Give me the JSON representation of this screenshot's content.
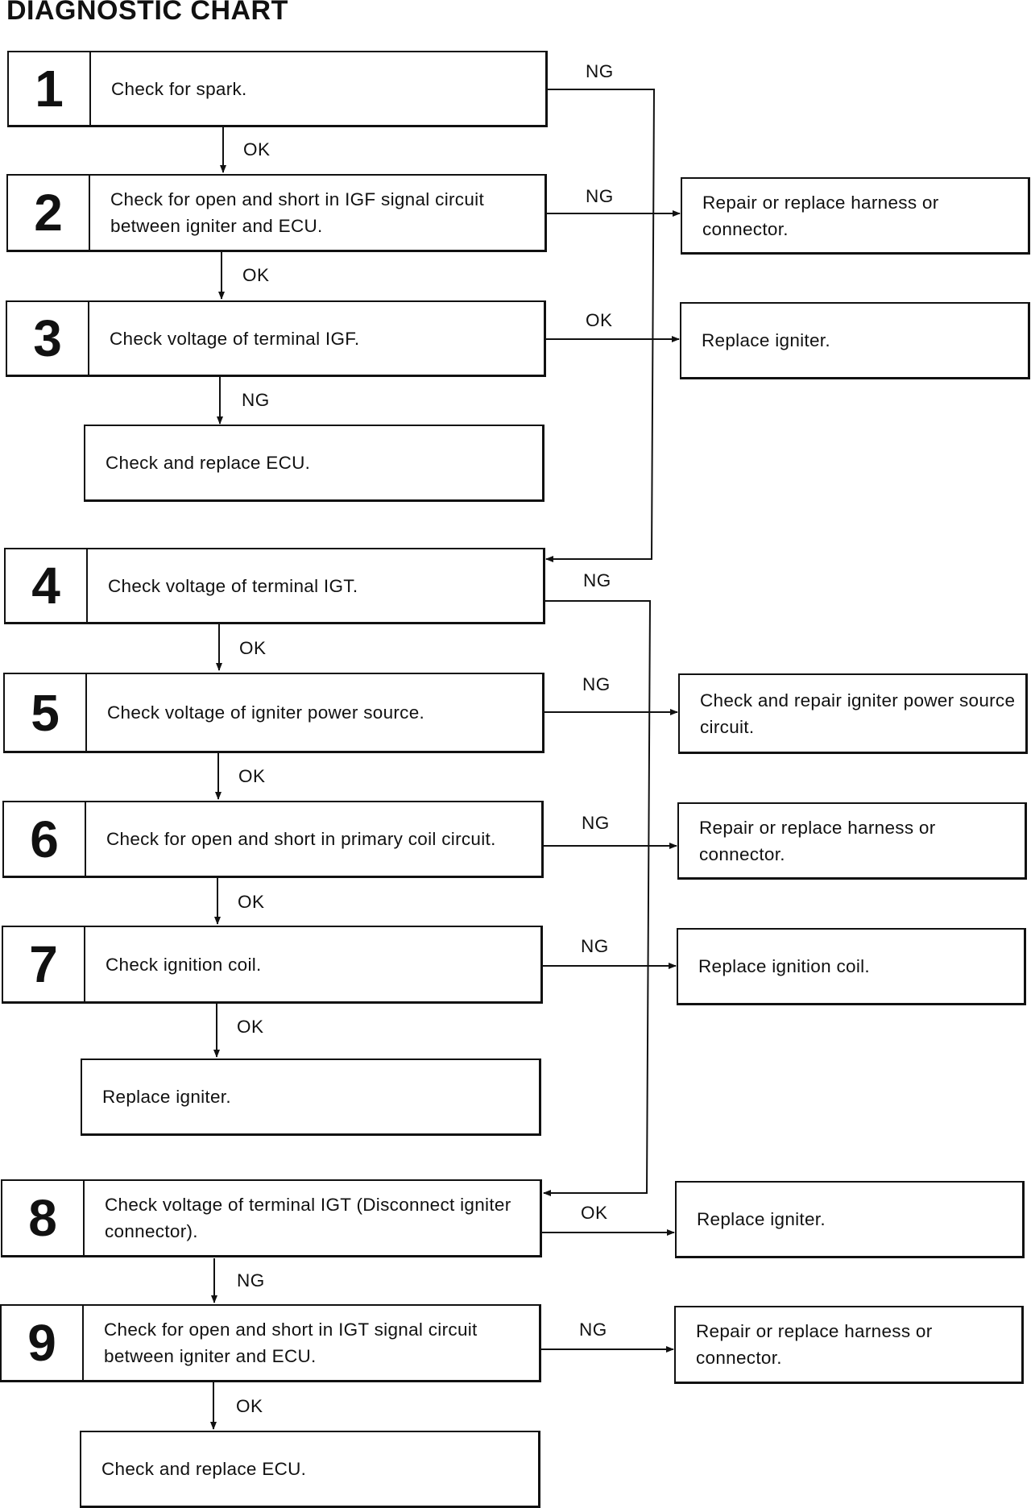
{
  "title": "DIAGNOSTIC CHART",
  "steps": [
    {
      "number": "1",
      "text": "Check for spark."
    },
    {
      "number": "2",
      "text": "Check for open and short in IGF signal circuit between igniter and ECU."
    },
    {
      "number": "3",
      "text": "Check voltage of terminal IGF."
    },
    {
      "number": "4",
      "text": "Check voltage of terminal IGT."
    },
    {
      "number": "5",
      "text": "Check voltage of igniter power source."
    },
    {
      "number": "6",
      "text": "Check for open and short in primary coil circuit."
    },
    {
      "number": "7",
      "text": "Check ignition coil."
    },
    {
      "number": "8",
      "text": "Check voltage of terminal IGT (Disconnect igniter connector)."
    },
    {
      "number": "9",
      "text": "Check for open and short in IGT signal circuit between igniter and ECU."
    }
  ],
  "outcomes": [
    {
      "text": "Check and replace ECU."
    },
    {
      "text": "Replace igniter."
    },
    {
      "text": "Check and replace ECU."
    }
  ],
  "actions": [
    {
      "text": "Repair or replace harness or connector."
    },
    {
      "text": "Replace igniter."
    },
    {
      "text": "Check and repair igniter power source circuit."
    },
    {
      "text": "Repair or replace harness or connector."
    },
    {
      "text": "Replace ignition coil."
    },
    {
      "text": "Replace igniter."
    },
    {
      "text": "Repair or replace harness or connector."
    }
  ],
  "labels": {
    "s1_right": "NG",
    "s1_down": "OK",
    "s2_right": "NG",
    "s2_down": "OK",
    "s3_right": "OK",
    "s3_down": "NG",
    "s4_right": "NG",
    "s4_down": "OK",
    "s5_right": "NG",
    "s5_down": "OK",
    "s6_right": "NG",
    "s6_down": "OK",
    "s7_right": "NG",
    "s7_down": "OK",
    "s8_right": "OK",
    "s8_down": "NG",
    "s9_right": "NG",
    "s9_down": "OK"
  }
}
